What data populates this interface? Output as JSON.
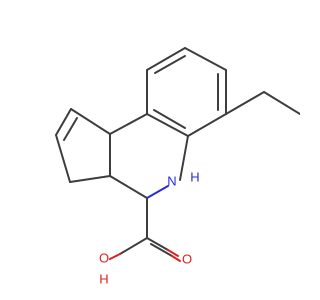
{
  "molecule": {
    "atoms": {
      "nh_symbol": "N",
      "nh_hydrogen": "H",
      "hydroxyl_oxygen": "O",
      "hydroxyl_hydrogen": "H",
      "carbonyl_oxygen": "O"
    },
    "colors": {
      "bond": "#3d3d3d",
      "nitrogen": "#2b2bd6",
      "oxygen": "#e02020",
      "background": "#ffffff"
    }
  }
}
